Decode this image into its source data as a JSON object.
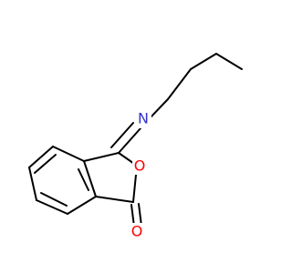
{
  "molecule": {
    "atoms": {
      "n": {
        "symbol": "N",
        "color": "#3333cc"
      },
      "ring_o": {
        "symbol": "O",
        "color": "#ff0000"
      },
      "carbonyl_o": {
        "symbol": "O",
        "color": "#ff0000"
      }
    }
  }
}
